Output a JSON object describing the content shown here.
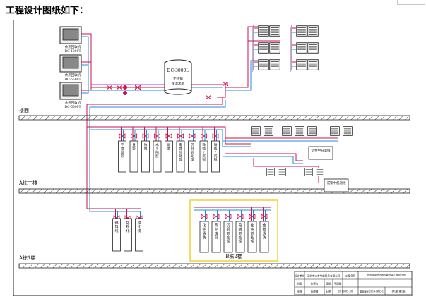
{
  "heading": "工程设计图纸如下：",
  "side_mark": "",
  "machines_left": [
    {
      "name": "余热回收机",
      "model": "DC-1000T"
    },
    {
      "name": "余热回收机",
      "model": "DC-5500T"
    },
    {
      "name": "余热回收机",
      "model": "DC-5500T"
    }
  ],
  "tank": {
    "model": "DC-3000L",
    "line1": "不锈钢",
    "line2": "保温水箱"
  },
  "floors": {
    "roof": "楼面",
    "a3": "A栋三楼",
    "a1": "A栋1楼",
    "b2": "B栋2楼"
  },
  "a3_units": [
    "平膜显影",
    "显影",
    "蚀刻",
    "水平除胶",
    "退膜",
    "电镀前处理",
    "沉铜前处理",
    "微蚀/沉铜",
    "微蚀/沉铜"
  ],
  "a1_units": [
    "碱蚀线",
    "超粗化",
    "粗化线"
  ],
  "b2_units": [
    "化学清洗",
    "真空蚀刻",
    "沉铜前处理",
    "电镀前处理",
    "化金前处理",
    "金板清洗"
  ],
  "labels": {
    "ac_a": "沉金中低温线",
    "ac_b": "沉铜中低温线"
  },
  "title_block": {
    "design_unit_label": "设计单位",
    "design_unit": "深圳市大有节能服务有限公司",
    "project_label": "工程名称",
    "project": "广州市惠余热回收节能热泵工程设计图",
    "drawn_label": "制图",
    "drawn": "朱更启",
    "check_label": "审核",
    "check": "张晓微",
    "scale_label": "图纸",
    "scale": "平面图",
    "date_label": "日期",
    "date": "2019.05.20",
    "number": "图纸编号:2019-WED-1",
    "sheet": "共1张 第1张"
  }
}
